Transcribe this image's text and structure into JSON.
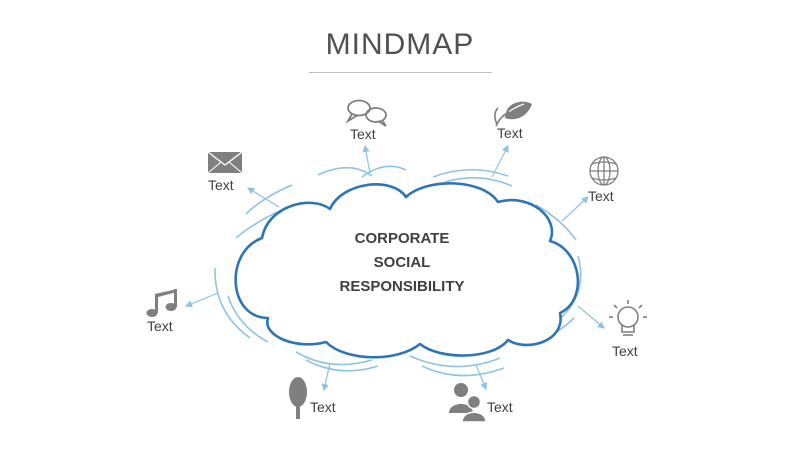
{
  "title": "MINDMAP",
  "center": {
    "lines": [
      "CORPORATE",
      "SOCIAL",
      "RESPONSIBILITY"
    ]
  },
  "colors": {
    "cloud_stroke": "#2e75b6",
    "arc_stroke": "#8fc3e1",
    "icon": "#7f7f7f",
    "text": "#404040"
  },
  "nodes": [
    {
      "id": "chat",
      "icon": "chat-bubbles-icon",
      "label": "Text"
    },
    {
      "id": "leaf",
      "icon": "leaf-icon",
      "label": "Text"
    },
    {
      "id": "globe",
      "icon": "globe-icon",
      "label": "Text"
    },
    {
      "id": "bulb",
      "icon": "lightbulb-icon",
      "label": "Text"
    },
    {
      "id": "people",
      "icon": "people-icon",
      "label": "Text"
    },
    {
      "id": "tree",
      "icon": "tree-icon",
      "label": "Text"
    },
    {
      "id": "music",
      "icon": "music-note-icon",
      "label": "Text"
    },
    {
      "id": "mail",
      "icon": "envelope-icon",
      "label": "Text"
    }
  ]
}
